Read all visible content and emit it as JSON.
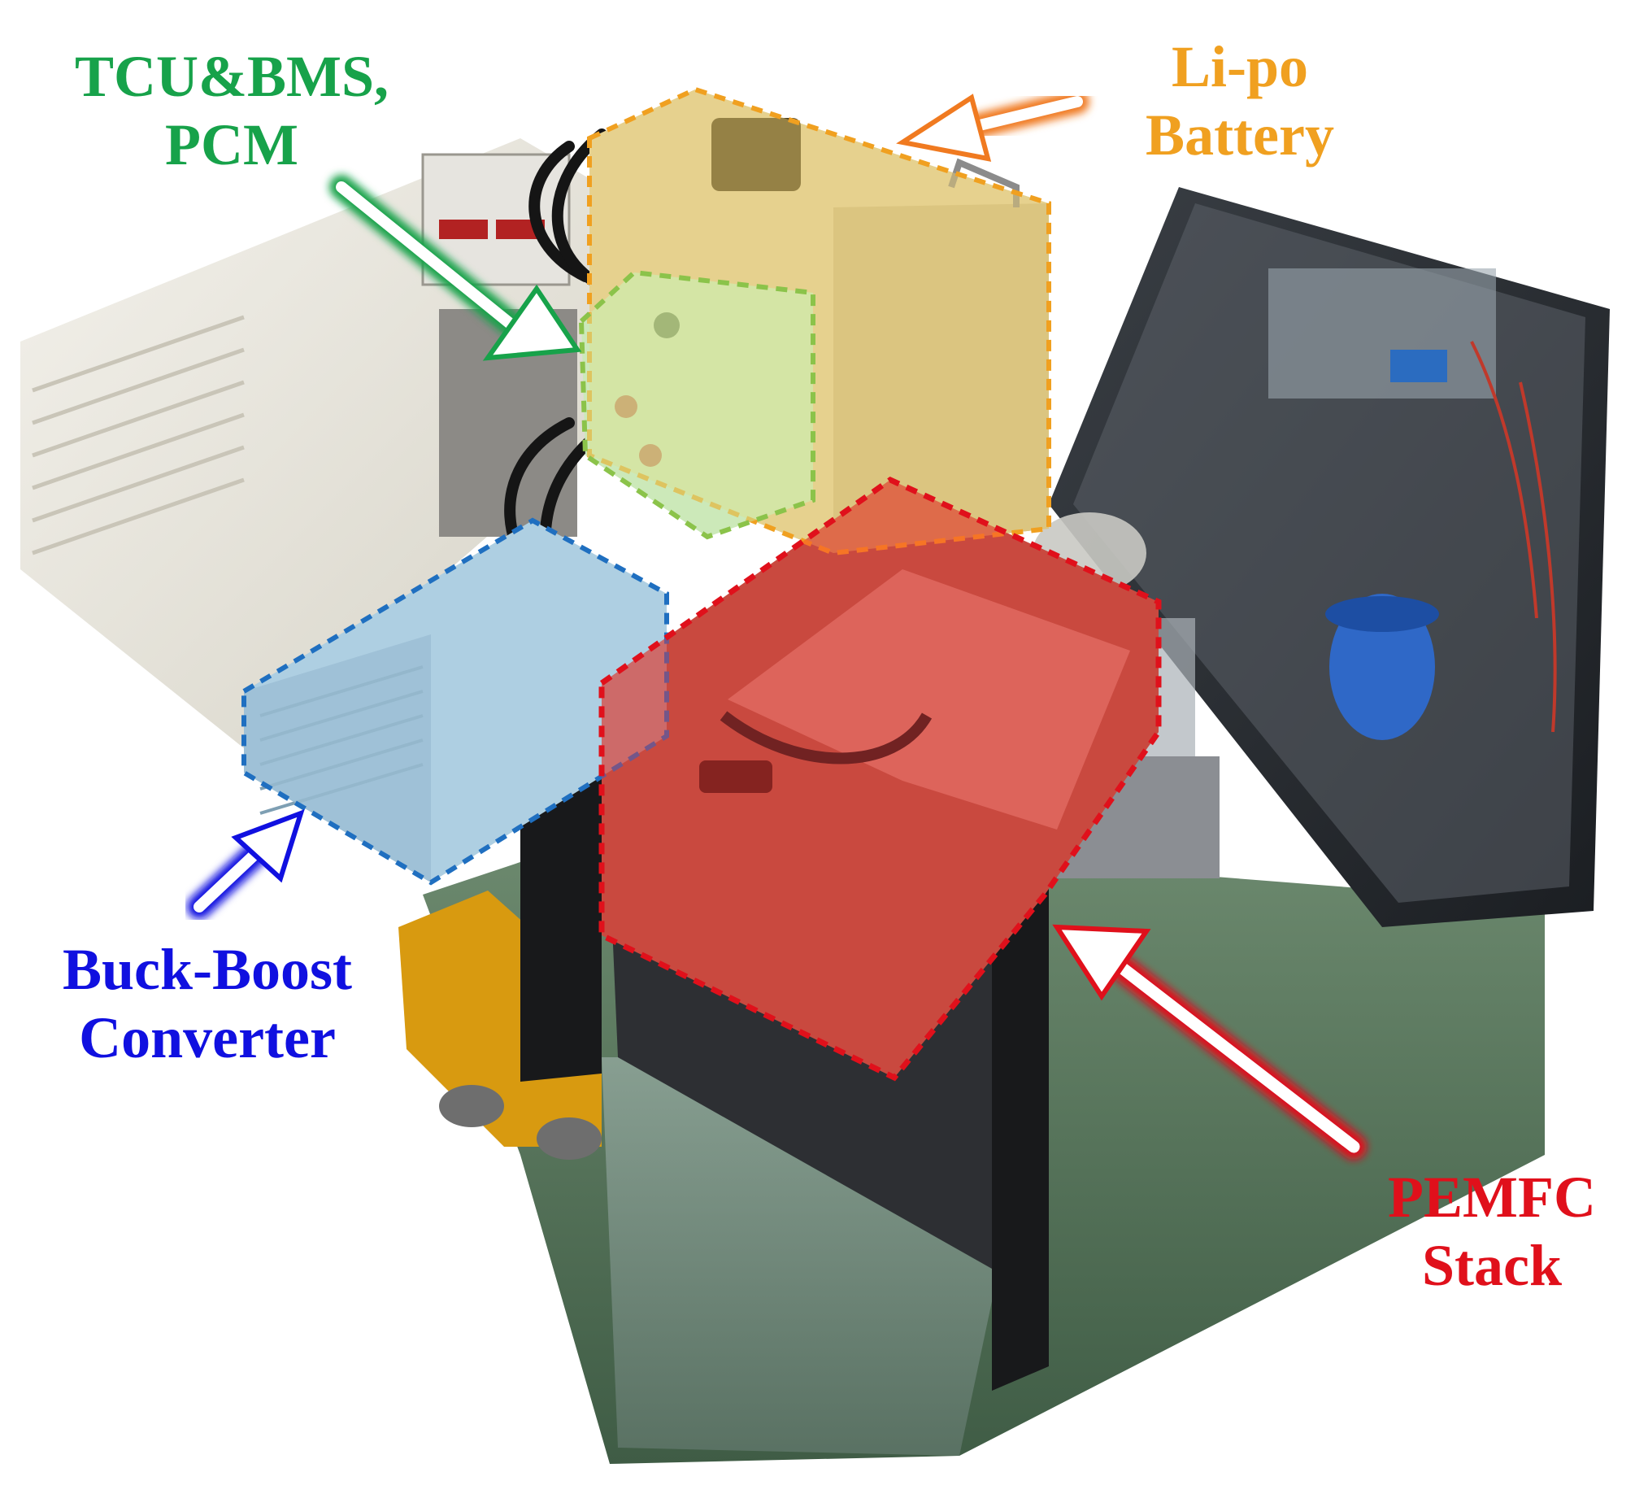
{
  "colors": {
    "battery": "#f0a020",
    "tcu": "#17a24a",
    "converter": "#1565c0",
    "stack": "#e0101b",
    "buck_label": "#1010e0"
  },
  "labels": {
    "tcu": {
      "line1": "TCU&BMS,",
      "line2": "PCM"
    },
    "lipo": {
      "line1": "Li-po",
      "line2": "Battery"
    },
    "buck": {
      "line1": "Buck-Boost",
      "line2": "Converter"
    },
    "pemfc": {
      "line1": "PEMFC",
      "line2": "Stack"
    }
  }
}
